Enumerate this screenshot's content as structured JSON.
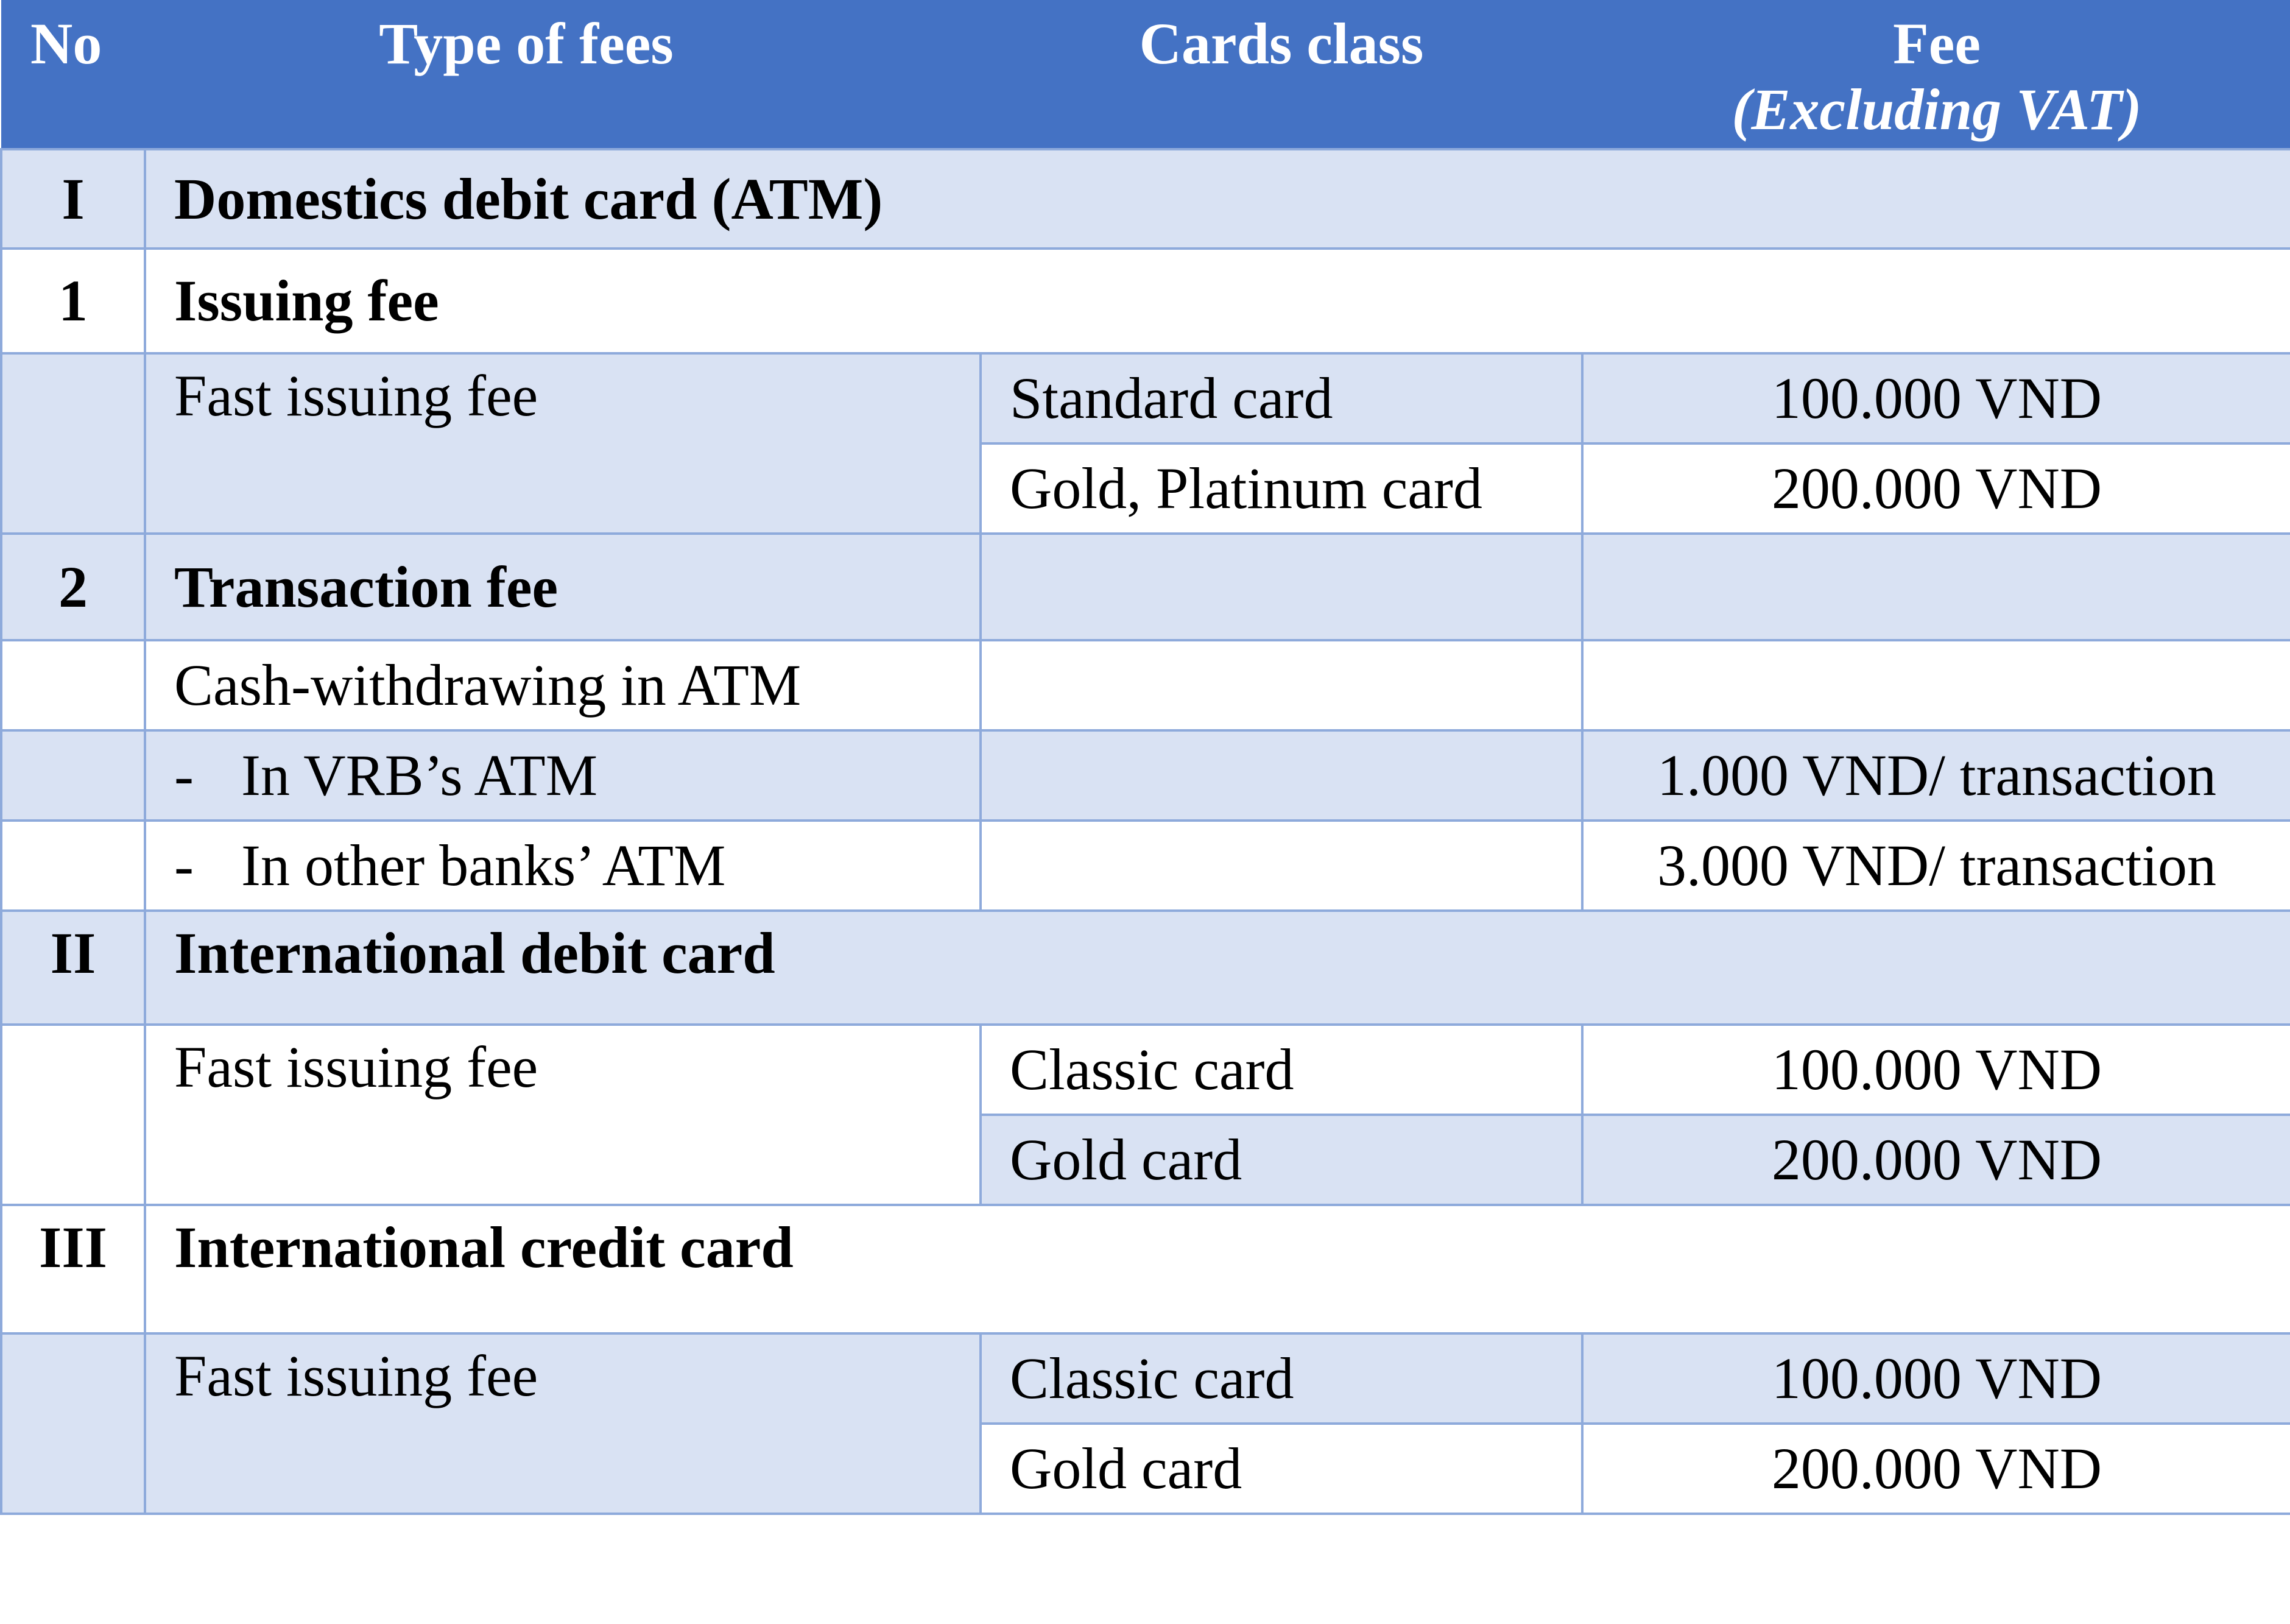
{
  "header": {
    "no": "No",
    "type": "Type of fees",
    "class": "Cards class",
    "fee": "Fee",
    "fee_note": "(Excluding VAT)"
  },
  "sections": {
    "s1": {
      "no": "I",
      "title": "Domestics debit card (ATM)",
      "issuing": {
        "no": "1",
        "title": "Issuing fee",
        "fast_label": "Fast issuing fee",
        "rows": [
          {
            "class": "Standard card",
            "fee": "100.000 VND"
          },
          {
            "class": "Gold, Platinum card",
            "fee": "200.000 VND"
          }
        ]
      },
      "transaction": {
        "no": "2",
        "title": "Transaction fee",
        "cash_label": "Cash-withdrawing in ATM",
        "items": [
          {
            "dash": "-",
            "label": "In VRB’s ATM",
            "fee": "1.000 VND/ transaction"
          },
          {
            "dash": "-",
            "label": "In other banks’ ATM",
            "fee": "3.000 VND/ transaction"
          }
        ]
      }
    },
    "s2": {
      "no": "II",
      "title": "International debit card",
      "fast_label": "Fast issuing fee",
      "rows": [
        {
          "class": "Classic card",
          "fee": "100.000 VND"
        },
        {
          "class": "Gold card",
          "fee": "200.000 VND"
        }
      ]
    },
    "s3": {
      "no": "III",
      "title": "International credit card",
      "fast_label": "Fast issuing fee",
      "rows": [
        {
          "class": "Classic card",
          "fee": "100.000 VND"
        },
        {
          "class": "Gold card",
          "fee": "200.000 VND"
        }
      ]
    }
  },
  "colors": {
    "header_bg": "#4472c4",
    "row_shade": "#d9e2f3",
    "grid_line": "#8eaadb"
  }
}
